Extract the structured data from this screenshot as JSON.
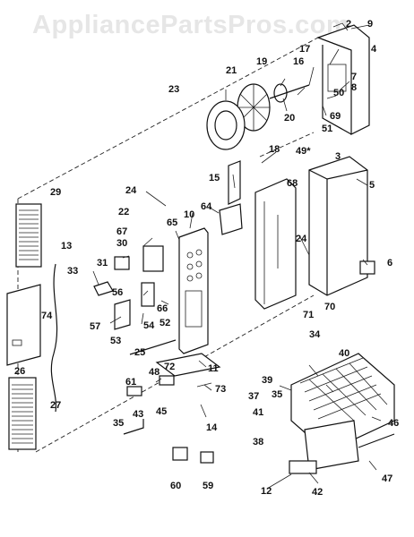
{
  "watermark": "AppliancePartsPros.com",
  "labels": [
    "2",
    "9",
    "4",
    "17",
    "7",
    "16",
    "8",
    "21",
    "19",
    "50",
    "23",
    "20",
    "69",
    "51",
    "18",
    "49*",
    "3",
    "5",
    "29",
    "15",
    "68",
    "24",
    "64",
    "22",
    "10",
    "65",
    "67",
    "30",
    "24",
    "6",
    "13",
    "31",
    "33",
    "56",
    "66",
    "74",
    "52",
    "71",
    "70",
    "57",
    "54",
    "53",
    "25",
    "26",
    "48",
    "72",
    "11",
    "34",
    "40",
    "39",
    "35",
    "37",
    "61",
    "73",
    "41",
    "27",
    "43",
    "45",
    "35",
    "14",
    "38",
    "46",
    "60",
    "59",
    "47",
    "12",
    "42"
  ]
}
